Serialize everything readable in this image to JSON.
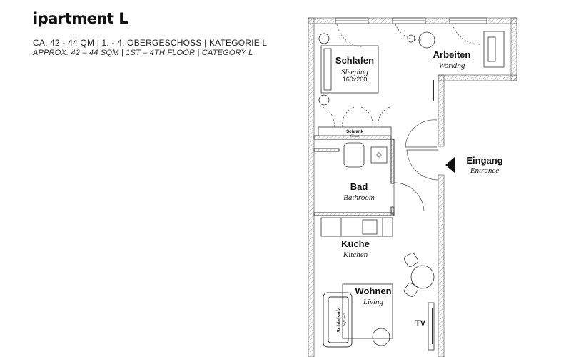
{
  "header": {
    "title": "ipartment L",
    "subtitle_de": "CA. 42 - 44 QM | 1. - 4. OBERGESCHOSS | KATEGORIE L",
    "subtitle_en": "APPROX. 42 – 44 SQM | 1ST – 4TH FLOOR | CATEGORY L"
  },
  "rooms": {
    "schlafen": {
      "name": "Schlafen",
      "name_en": "Sleeping",
      "size": "160x200"
    },
    "arbeiten": {
      "name": "Arbeiten",
      "name_en": "Working"
    },
    "schrank": {
      "name": "Schrank",
      "name_en": "Closet"
    },
    "eingang": {
      "name": "Eingang",
      "name_en": "Entrance"
    },
    "bad": {
      "name": "Bad",
      "name_en": "Bathroom"
    },
    "kueche": {
      "name": "Küche",
      "name_en": "Kitchen"
    },
    "wohnen": {
      "name": "Wohnen",
      "name_en": "Living"
    },
    "sofa": {
      "name": "Schlafsofa",
      "name_en": "Sofa bed"
    },
    "tv": {
      "name": "TV"
    }
  },
  "colors": {
    "wall": "#111111",
    "hatch": "#9a9a9a",
    "line": "#333333"
  }
}
